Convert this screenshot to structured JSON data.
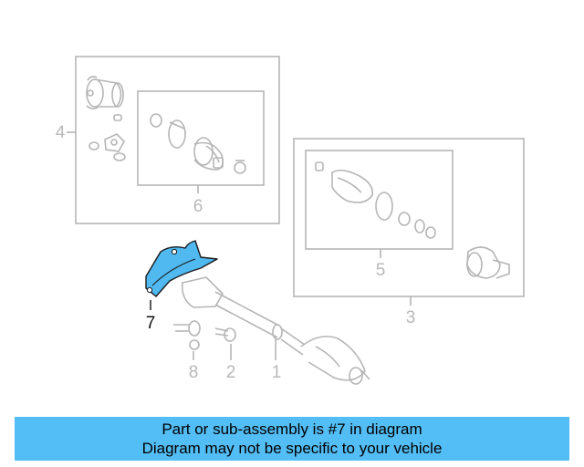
{
  "callouts": {
    "c1": "1",
    "c2": "2",
    "c3": "3",
    "c4": "4",
    "c5": "5",
    "c6": "6",
    "c7": "7",
    "c8": "8"
  },
  "highlight_color": "#4fb9f0",
  "banner": {
    "line1": "Part or sub-assembly is #7 in diagram",
    "line2": "Diagram may not be specific to your vehicle",
    "background": "#53bdf5"
  }
}
